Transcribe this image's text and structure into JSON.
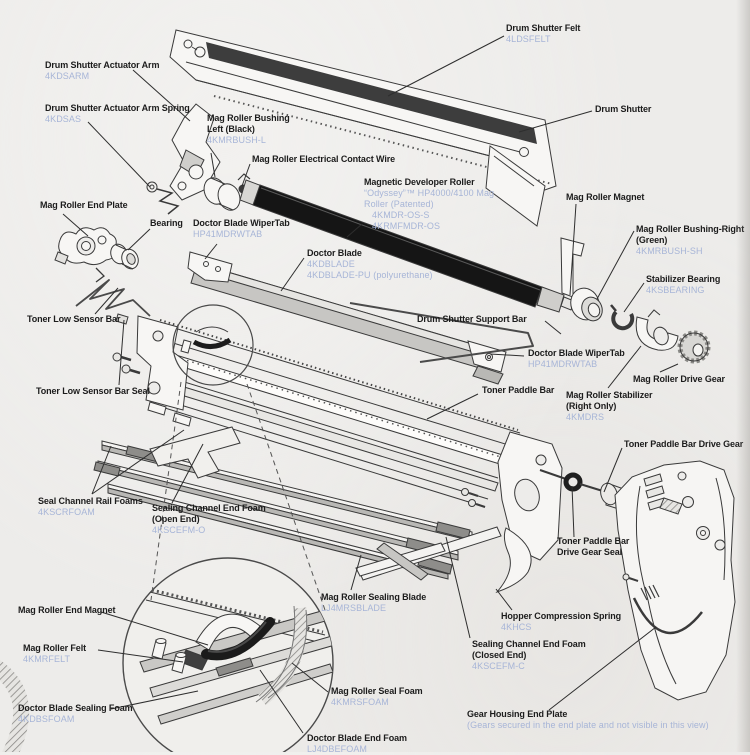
{
  "colors": {
    "background": "#edecea",
    "label_text": "#1c1c1c",
    "part_number_text": "#a7b5d7",
    "line_art": "#3a3a3a",
    "roller_black": "#151515"
  },
  "labels": {
    "drum_shutter_felt": {
      "name": "Drum Shutter Felt",
      "pn1": "4LDSFELT"
    },
    "drum_shutter": {
      "name": "Drum Shutter"
    },
    "drum_shutter_actuator_arm": {
      "name": "Drum Shutter Actuator Arm",
      "pn1": "4KDSARM"
    },
    "drum_shutter_actuator_arm_spring": {
      "name": "Drum Shutter Actuator Arm Spring",
      "pn1": "4KDSAS"
    },
    "mag_roller_bushing_left": {
      "name": "Mag Roller Bushing",
      "name2": "Left (Black)",
      "pn1": "4KMRBUSH-L"
    },
    "mag_roller_electrical_contact_wire": {
      "name": "Mag Roller Electrical Contact Wire"
    },
    "magnetic_developer_roller": {
      "name": "Magnetic Developer Roller",
      "pn1": "“Odyssey”™ HP4000/4100 Mag",
      "pn2": "Roller (Patented)",
      "pn3": "4KMDR-OS-S",
      "pn4": "4KRMFMDR-OS"
    },
    "mag_roller_magnet": {
      "name": "Mag Roller Magnet"
    },
    "mag_roller_bushing_right": {
      "name": "Mag Roller Bushing-Right",
      "name2": "(Green)",
      "pn1": "4KMRBUSH-SH"
    },
    "stabilizer_bearing": {
      "name": "Stabilizer Bearing",
      "pn1": "4KSBEARING"
    },
    "mag_roller_end_plate": {
      "name": "Mag Roller End Plate"
    },
    "bearing": {
      "name": "Bearing"
    },
    "doctor_blade_wipertab_left": {
      "name": "Doctor Blade WiperTab",
      "pn1": "HP41MDRWTAB"
    },
    "doctor_blade": {
      "name": "Doctor Blade",
      "pn1": "4KDBLADE",
      "pn2": "4KDBLADE-PU (polyurethane)"
    },
    "drum_shutter_support_bar": {
      "name": "Drum Shutter Support Bar"
    },
    "doctor_blade_wipertab_right": {
      "name": "Doctor Blade WiperTab",
      "pn1": "HP41MDRWTAB"
    },
    "mag_roller_drive_gear": {
      "name": "Mag Roller Drive Gear"
    },
    "mag_roller_stabilizer": {
      "name": "Mag Roller Stabilizer",
      "name2": "(Right Only)",
      "pn1": "4KMDRS"
    },
    "toner_low_sensor_bar": {
      "name": "Toner Low Sensor Bar"
    },
    "toner_low_sensor_bar_seal": {
      "name": "Toner Low Sensor Bar Seal"
    },
    "toner_paddle_bar": {
      "name": "Toner Paddle Bar"
    },
    "seal_channel_rail_foams": {
      "name": "Seal Channel Rail Foams",
      "pn1": "4KSCRFOAM"
    },
    "sealing_channel_end_foam_open": {
      "name": "Sealing Channel End Foam",
      "name2": "(Open End)",
      "pn1": "4KSCEFM-O"
    },
    "toner_paddle_bar_drive_gear": {
      "name": "Toner Paddle Bar Drive Gear"
    },
    "toner_paddle_bar_drive_gear_seal": {
      "name": "Toner Paddle Bar",
      "name2": "Drive Gear Seal"
    },
    "mag_roller_sealing_blade": {
      "name": "Mag Roller Sealing Blade",
      "pn1": "LJ4MRSBLADE"
    },
    "hopper_compression_spring": {
      "name": "Hopper Compression Spring",
      "pn1": "4KHCS"
    },
    "sealing_channel_end_foam_closed": {
      "name": "Sealing Channel End Foam",
      "name2": "(Closed End)",
      "pn1": "4KSCEFM-C"
    },
    "gear_housing_end_plate": {
      "name": "Gear Housing End Plate",
      "note": "(Gears secured in the end plate and not visible in this view)"
    },
    "mag_roller_end_magnet": {
      "name": "Mag Roller End Magnet"
    },
    "mag_roller_felt": {
      "name": "Mag Roller Felt",
      "pn1": "4KMRFELT"
    },
    "doctor_blade_sealing_foam": {
      "name": "Doctor Blade Sealing Foam",
      "pn1": "4KDBSFOAM"
    },
    "mag_roller_seal_foam": {
      "name": "Mag Roller Seal Foam",
      "pn1": "4KMRSFOAM"
    },
    "doctor_blade_end_foam": {
      "name": "Doctor Blade End Foam",
      "pn1": "LJ4DBEFOAM"
    }
  }
}
